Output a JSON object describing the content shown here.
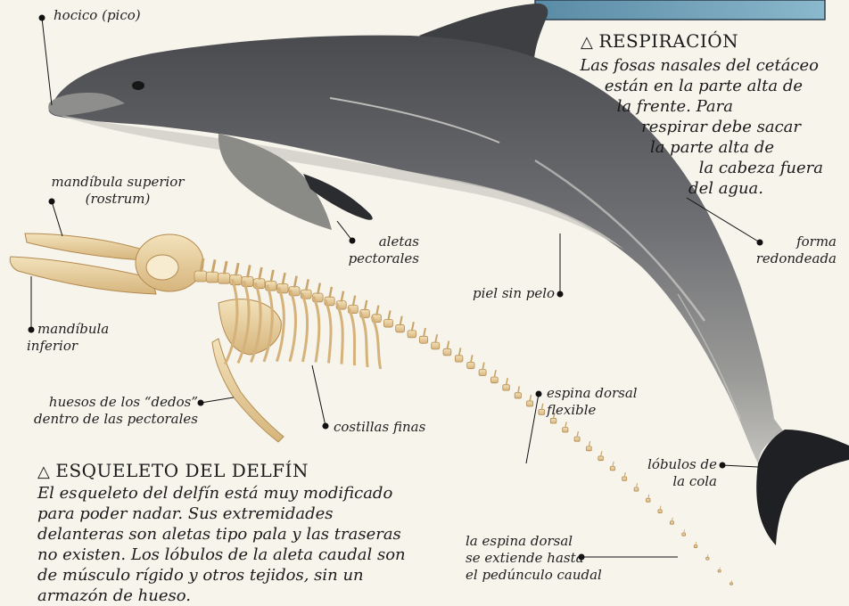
{
  "labels": {
    "snout": "hocico (pico)",
    "upper_jaw_1": "mandíbula superior",
    "upper_jaw_2": "(rostrum)",
    "pectoral_fins_1": "aletas",
    "pectoral_fins_2": "pectorales",
    "rounded_1": "forma",
    "rounded_2": "redondeada",
    "hairless_skin": "piel sin pelo",
    "lower_jaw_1": "mandíbula",
    "lower_jaw_2": "inferior",
    "finger_bones_1": "huesos de los “dedos”",
    "finger_bones_2": "dentro de las pectorales",
    "thin_ribs": "costillas finas",
    "spine_1": "espina dorsal",
    "spine_2": "flexible",
    "tail_lobes_1": "lóbulos de",
    "tail_lobes_2": "la cola",
    "spine_ext_1": "la espina dorsal",
    "spine_ext_2": "se extiende hasta",
    "spine_ext_3": "el pedúnculo caudal"
  },
  "breathing": {
    "title": "RESPIRACIÓN",
    "lines": [
      "Las fosas nasales del cetáceo",
      "están en la parte alta de",
      "la frente. Para",
      "respirar debe sacar",
      "la parte alta de",
      "la cabeza fuera",
      "del agua."
    ]
  },
  "skeleton": {
    "title": "ESQUELETO DEL DELFÍN",
    "text": "El esqueleto del delfín está muy modificado para poder nadar. Sus extremidades delanteras son aletas tipo pala y las traseras no existen. Los lóbulos de la aleta caudal son de músculo rígido y otros tejidos, sin un armazón de hueso."
  },
  "colors": {
    "dolphin_dark": "#3c3d40",
    "dolphin_mid": "#6e6f73",
    "dolphin_belly": "#b9b9b6",
    "bone": "#e9d3a3",
    "bone_shade": "#c9a56a",
    "water": "#6ea0b8"
  }
}
